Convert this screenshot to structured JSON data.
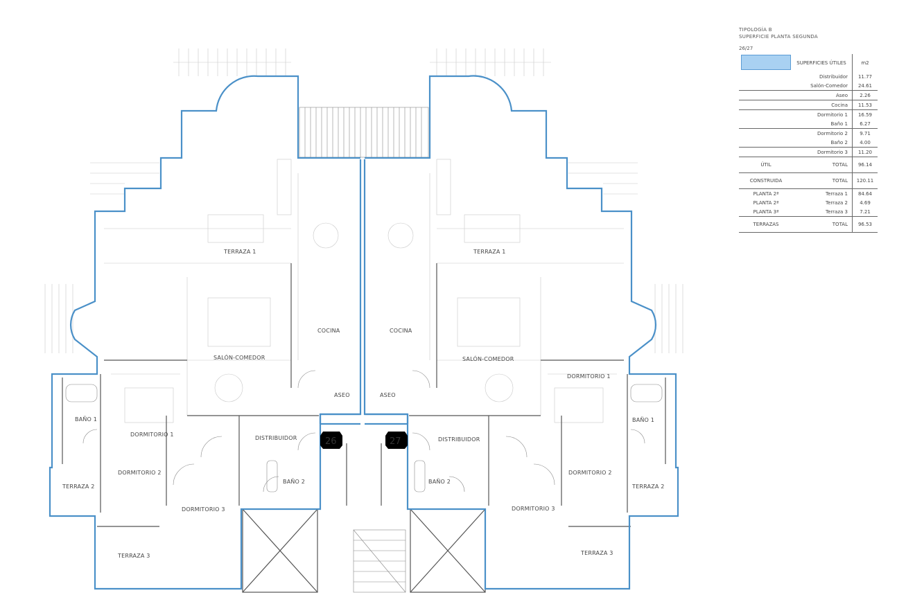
{
  "info": {
    "title_line1": "TIPOLOGÍA B",
    "title_line2": "SUPERFICIE PLANTA SEGUNDA",
    "units": "26/27",
    "table_header": {
      "label": "SUPERFICIES ÚTILES",
      "unit": "m2"
    },
    "swatch_color": "#a9d1f2",
    "rows": [
      {
        "group": "",
        "name": "Distribuidor",
        "value": "11.77"
      },
      {
        "group": "",
        "name": "Salón-Comedor",
        "value": "24.61"
      },
      {
        "group": "",
        "name": "Aseo",
        "value": "2.26"
      },
      {
        "group": "",
        "name": "Cocina",
        "value": "11.53"
      },
      {
        "group": "",
        "name": "Dormitorio 1",
        "value": "16.59"
      },
      {
        "group": "",
        "name": "Baño 1",
        "value": "6.27"
      },
      {
        "group": "",
        "name": "Dormitorio 2",
        "value": "9.71"
      },
      {
        "group": "",
        "name": "Baño 2",
        "value": "4.00"
      },
      {
        "group": "",
        "name": "Dormitorio 3",
        "value": "11.20"
      },
      {
        "group": "ÚTIL",
        "name": "TOTAL",
        "value": "96.14"
      },
      {
        "group": "CONSTRUIDA",
        "name": "TOTAL",
        "value": "120.11"
      },
      {
        "group": "PLANTA 2ª",
        "name": "Terraza 1",
        "value": "84.64"
      },
      {
        "group": "PLANTA 2ª",
        "name": "Terraza 2",
        "value": "4.69"
      },
      {
        "group": "PLANTA 3ª",
        "name": "Terraza 3",
        "value": "7.21"
      },
      {
        "group": "TERRAZAS",
        "name": "TOTAL",
        "value": "96.53"
      }
    ]
  },
  "plan": {
    "outline_color": "#4a90c8",
    "units": [
      {
        "number": "26"
      },
      {
        "number": "27"
      }
    ],
    "left_rooms": {
      "terraza1": "TERRAZA 1",
      "salon": "SALÓN-COMEDOR",
      "cocina": "COCINA",
      "aseo": "ASEO",
      "distribuidor": "DISTRIBUIDOR",
      "bano1": "BAÑO 1",
      "bano2": "BAÑO 2",
      "dorm1": "DORMITORIO 1",
      "dorm2": "DORMITORIO 2",
      "dorm3": "DORMITORIO 3",
      "terraza2": "TERRAZA 2",
      "terraza3": "TERRAZA 3"
    },
    "right_rooms": {
      "terraza1": "TERRAZA 1",
      "salon": "SALÓN-COMEDOR",
      "cocina": "COCINA",
      "aseo": "ASEO",
      "distribuidor": "DISTRIBUIDOR",
      "bano1": "BAÑO 1",
      "bano2": "BAÑO 2",
      "dorm1": "DORMITORIO 1",
      "dorm2": "DORMITORIO 2",
      "dorm3": "DORMITORIO 3",
      "terraza2": "TERRAZA 2",
      "terraza3": "TERRAZA 3"
    }
  }
}
